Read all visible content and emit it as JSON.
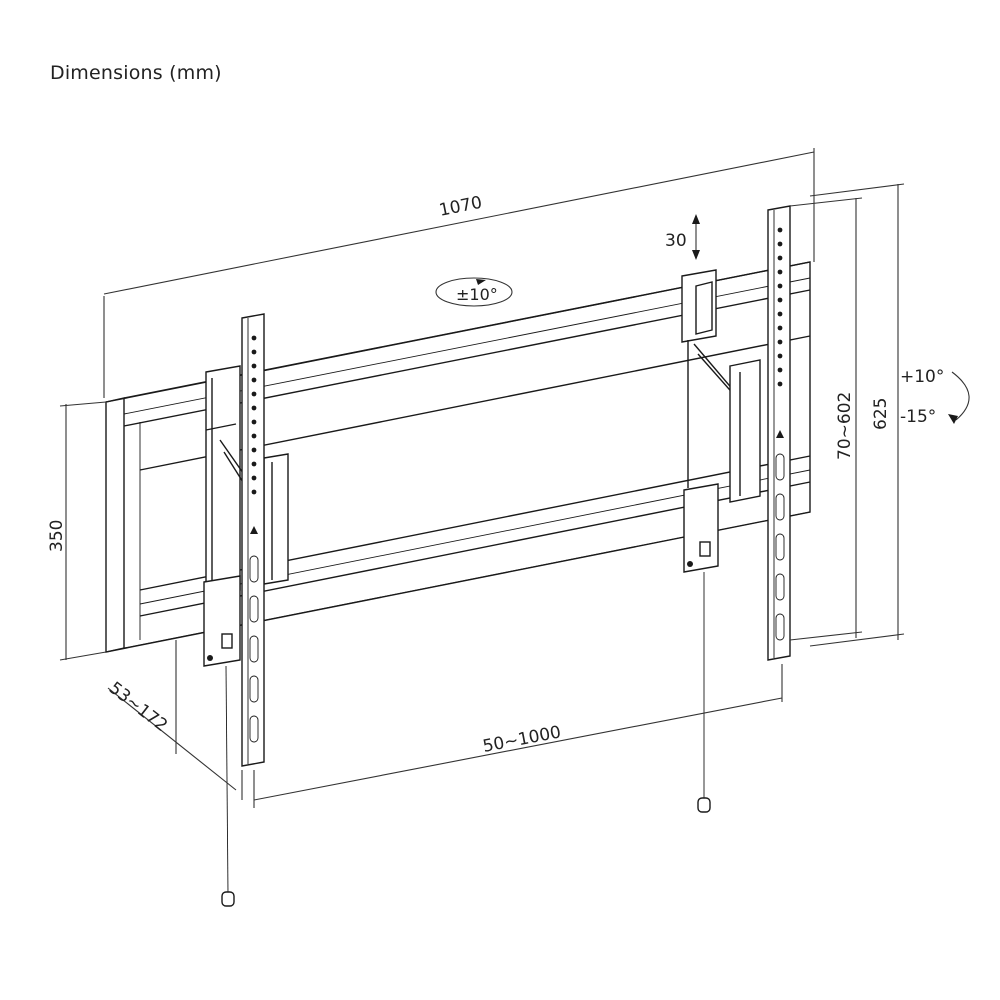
{
  "title": "Dimensions (mm)",
  "dimensions": {
    "overall_width": "1070",
    "lift_adjust": "30",
    "swivel": "±10°",
    "tilt_up": "+10°",
    "tilt_down": "-15°",
    "vesa_vertical": "70~602",
    "overall_height": "625",
    "rail_height": "350",
    "wall_distance": "53~172",
    "vesa_horizontal": "50~1000"
  }
}
